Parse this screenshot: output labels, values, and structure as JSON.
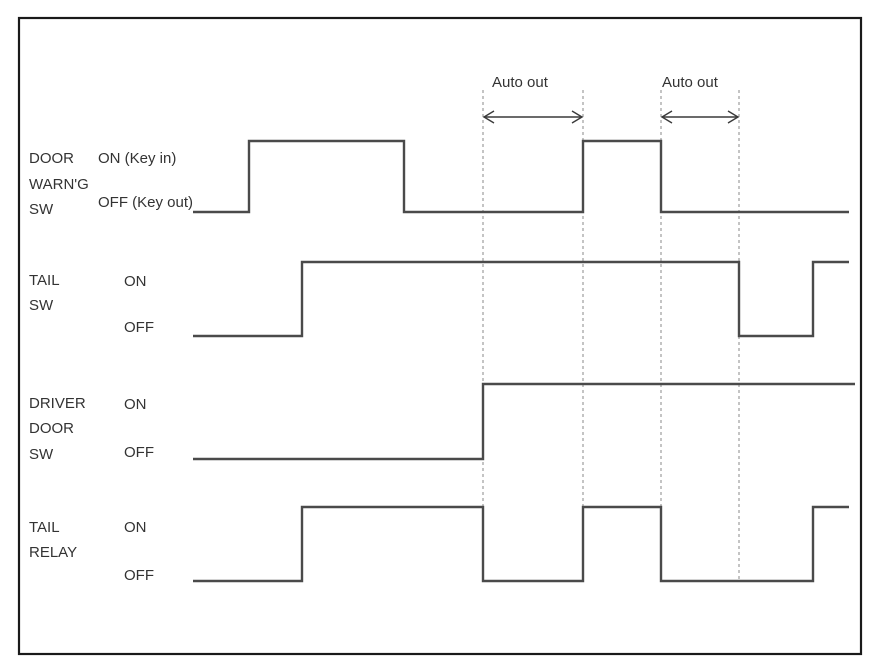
{
  "annotations": {
    "auto_out_1": "Auto out",
    "auto_out_2": "Auto out"
  },
  "signals": [
    {
      "name_lines": [
        "DOOR",
        "WARN'G",
        "SW"
      ],
      "on_label": "ON (Key in)",
      "off_label": "OFF (Key out)",
      "transitions": [
        {
          "event": "start",
          "state": "OFF"
        },
        {
          "event": "key-in",
          "state": "ON"
        },
        {
          "event": "key-out",
          "state": "OFF"
        },
        {
          "event": "key-in",
          "state": "ON"
        },
        {
          "event": "key-out",
          "state": "OFF"
        }
      ]
    },
    {
      "name_lines": [
        "TAIL",
        "SW"
      ],
      "on_label": "ON",
      "off_label": "OFF",
      "transitions": [
        {
          "event": "start",
          "state": "OFF"
        },
        {
          "event": "switch",
          "state": "ON"
        },
        {
          "event": "switch",
          "state": "OFF"
        },
        {
          "event": "switch",
          "state": "ON"
        }
      ]
    },
    {
      "name_lines": [
        "DRIVER",
        "DOOR",
        "SW"
      ],
      "on_label": "ON",
      "off_label": "OFF",
      "transitions": [
        {
          "event": "start",
          "state": "OFF"
        },
        {
          "event": "door-open",
          "state": "ON"
        }
      ]
    },
    {
      "name_lines": [
        "TAIL",
        "RELAY"
      ],
      "on_label": "ON",
      "off_label": "OFF",
      "transitions": [
        {
          "event": "start",
          "state": "OFF"
        },
        {
          "event": "tail-sw-on",
          "state": "ON"
        },
        {
          "event": "door-open",
          "state": "OFF"
        },
        {
          "event": "key-in",
          "state": "ON"
        },
        {
          "event": "key-out",
          "state": "OFF"
        },
        {
          "event": "tail-sw-on",
          "state": "ON"
        }
      ]
    }
  ]
}
